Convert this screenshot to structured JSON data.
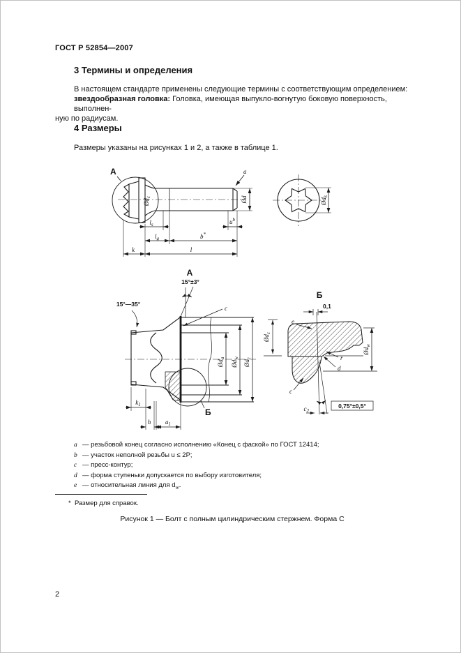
{
  "page": {
    "header": "ГОСТ Р 52854—2007",
    "page_number": "2"
  },
  "section3": {
    "title": "3  Термины и определения",
    "line1": "В настоящем стандарте применены следующие термины с соответствующим определением:",
    "term": "звездообразная головка:",
    "line2_rest": " Головка, имеющая выпукло-вогнутую боковую поверхность, выполнен-",
    "line3": "ную по радиусам."
  },
  "section4": {
    "title": "4  Размеры",
    "line1": "Размеры указаны на рисунках 1 и 2, а также в таблице 1."
  },
  "figure1": {
    "detail_marker": "А",
    "labels": {
      "a": "a",
      "d": {
        "base": "Ød"
      },
      "dc": {
        "base": "Ød",
        "sub": "c"
      },
      "dk": {
        "base": "Ød",
        "sub": "k"
      },
      "u": {
        "base": "u",
        "sup": "b"
      },
      "b": {
        "base": "b",
        "sup": "*"
      },
      "ls": {
        "base": "l",
        "sub": "s"
      },
      "lg": {
        "base": "l",
        "sub": "g"
      },
      "l": "l",
      "k": "k"
    }
  },
  "figure2": {
    "view_title": "А",
    "detail_title": "Б",
    "detail_marker": "Б",
    "angle_top": "15°±3°",
    "angle_left": "15°—35°",
    "press_contour": "c",
    "labels": {
      "da": {
        "base": "Ød",
        "sub": "a"
      },
      "dw": {
        "base": "Ød",
        "sub": "w"
      },
      "dc": {
        "base": "Ød",
        "sub": "c"
      },
      "k1": {
        "base": "k",
        "sub": "1"
      },
      "h": "h",
      "a1": {
        "base": "a",
        "sub": "1"
      }
    },
    "detail": {
      "gap": "0,1",
      "e": "e",
      "dc": {
        "base": "Ød",
        "sub": "c"
      },
      "dw": {
        "base": "Ød",
        "sub": "w"
      },
      "r": "r",
      "d": "d",
      "c": "c",
      "angle": "0,75°±0,5°",
      "c2": {
        "base": "c",
        "sub": "2"
      }
    }
  },
  "footnotes": [
    {
      "letter": "a",
      "text": "—  резьбовой конец согласно исполнению «Конец с фаской» по ГОСТ 12414;"
    },
    {
      "letter": "b",
      "text": "—  участок неполной резьбы u ≤ 2P;"
    },
    {
      "letter": "c",
      "text": "—  пресс-контур;"
    },
    {
      "letter": "d",
      "text": "—  форма ступеньки допускается по выбору изготовителя;"
    },
    {
      "letter": "e",
      "text": "—  относительная линия для d",
      "sub": "w",
      "tail": "."
    }
  ],
  "reference_note": {
    "star": "*",
    "text": "Размер для справок."
  },
  "caption": "Рисунок 1 — Болт с полным цилиндрическим стержнем. Форма С"
}
